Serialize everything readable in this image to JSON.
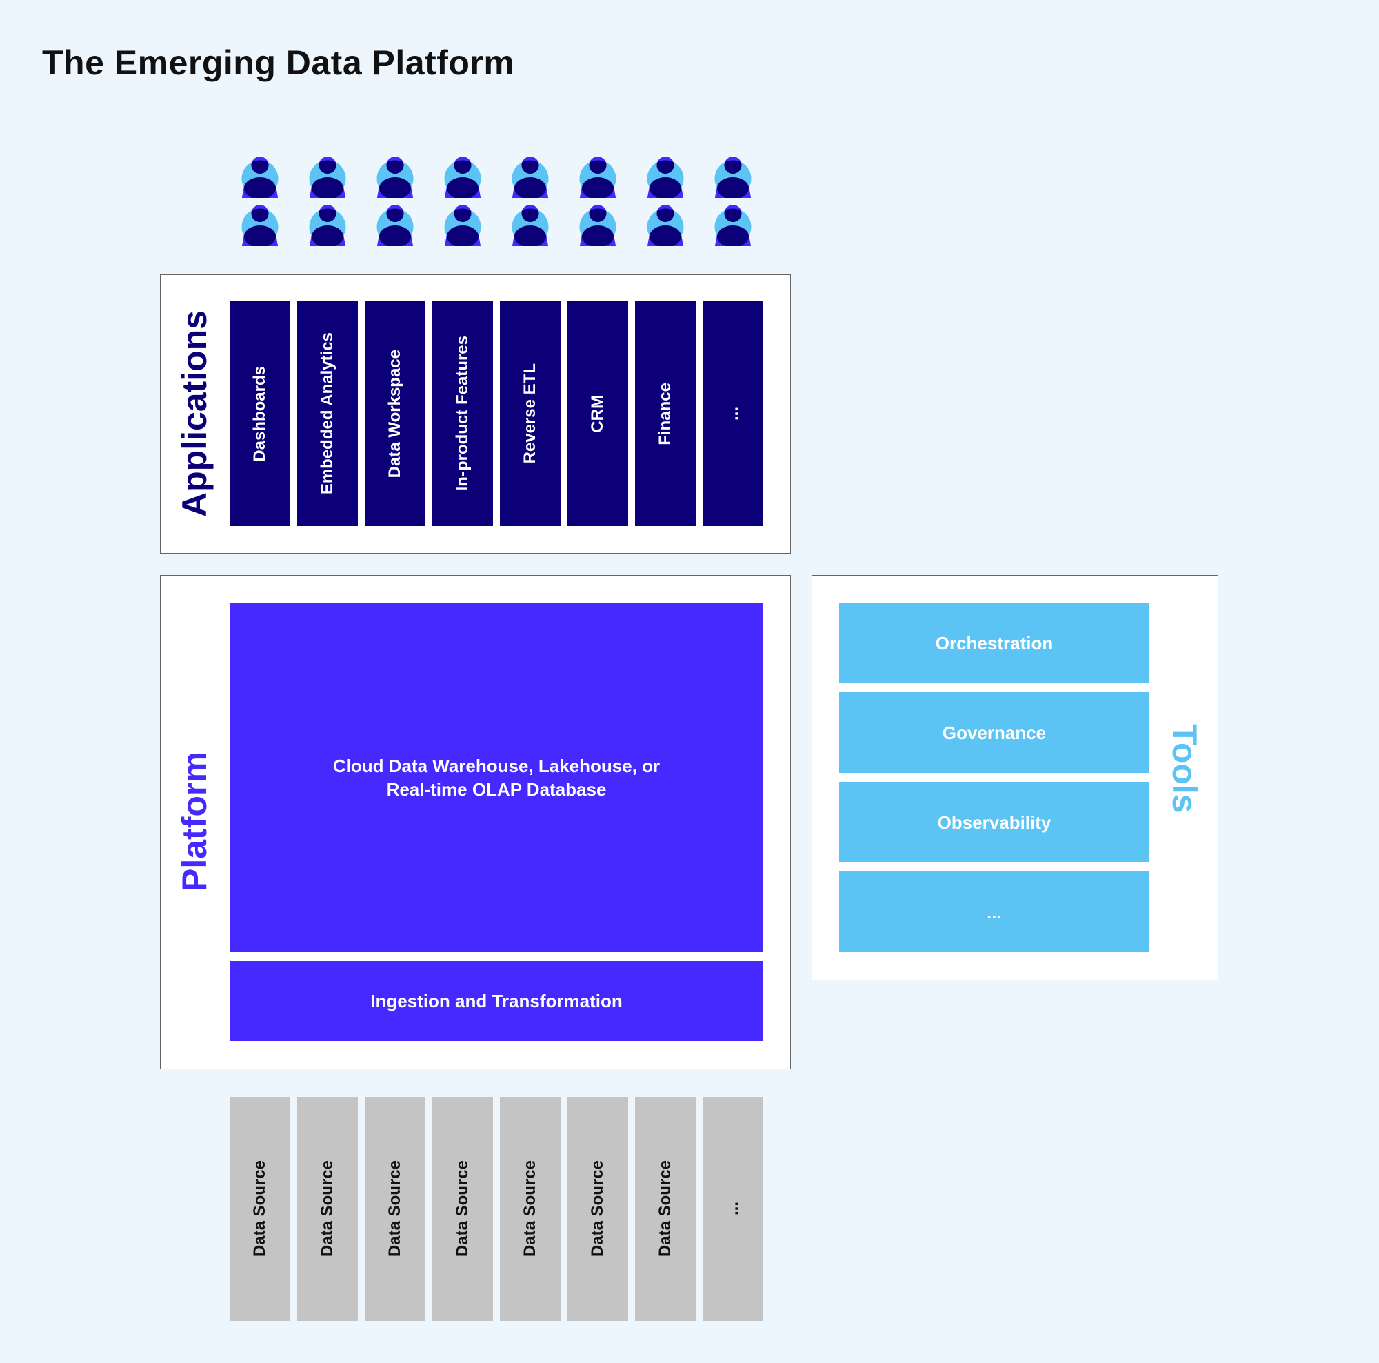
{
  "title": "The Emerging Data Platform",
  "users": {
    "count": 16,
    "rows": 2,
    "per_row": 8
  },
  "applications": {
    "label": "Applications",
    "items": [
      "Dashboards",
      "Embedded Analytics",
      "Data Workspace",
      "In-product Features",
      "Reverse ETL",
      "CRM",
      "Finance",
      "..."
    ]
  },
  "platform": {
    "label": "Platform",
    "warehouse_line1": "Cloud Data Warehouse, Lakehouse, or",
    "warehouse_line2": "Real-time OLAP Database",
    "ingestion": "Ingestion and Transformation"
  },
  "tools": {
    "label": "Tools",
    "items": [
      "Orchestration",
      "Governance",
      "Observability",
      "..."
    ]
  },
  "data_sources": {
    "items": [
      "Data Source",
      "Data Source",
      "Data Source",
      "Data Source",
      "Data Source",
      "Data Source",
      "Data Source",
      "..."
    ]
  },
  "colors": {
    "background": "#eef6fd",
    "navy": "#0c0078",
    "purple": "#4629ff",
    "light_blue": "#5bc4f5",
    "gray": "#c4c4c4"
  }
}
